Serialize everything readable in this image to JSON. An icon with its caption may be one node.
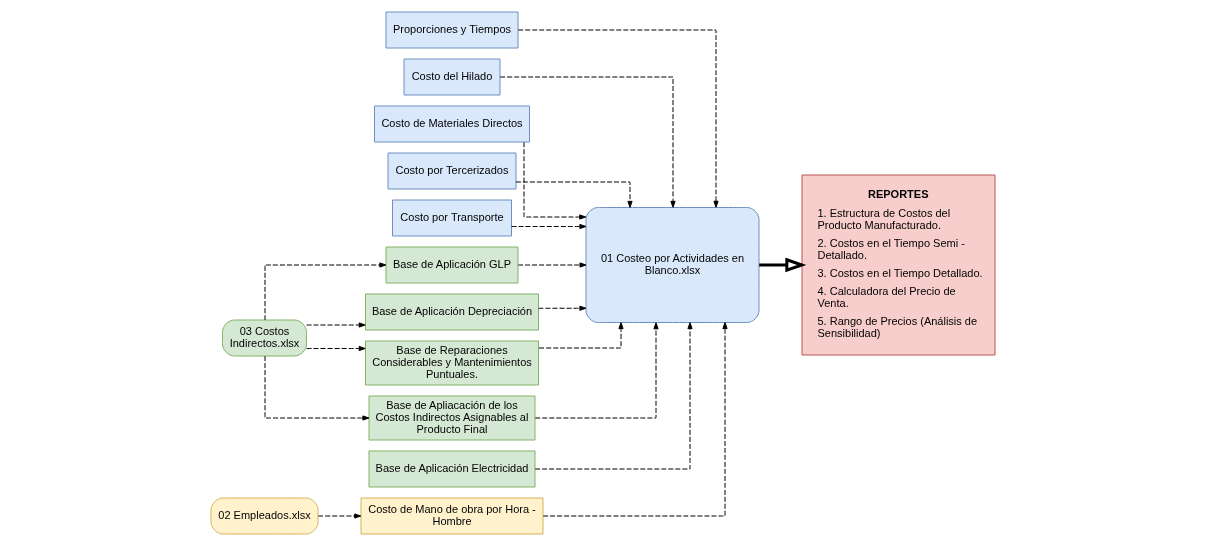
{
  "diagram": {
    "nodes": [
      {
        "text": [
          "Proporciones y Tiempos"
        ]
      },
      {
        "text": [
          "Costo del Hilado"
        ]
      },
      {
        "text": [
          "Costo de Materiales Directos"
        ]
      },
      {
        "text": [
          "Costo por Tercerizados"
        ]
      },
      {
        "text": [
          "Costo por Transporte"
        ]
      },
      {
        "text": [
          "03 Costos Indirectos.xlsx"
        ]
      },
      {
        "text": [
          "Base de Aplicación GLP"
        ]
      },
      {
        "text": [
          "Base de Aplicación Electricidad"
        ]
      },
      {
        "text": [
          "Base de Aplicación Depreciación"
        ]
      },
      {
        "text": [
          "Base de Reparaciones Considerables y Mantenimientos Puntuales."
        ]
      },
      {
        "text": [
          "Base de Apliacación de los Costos Indirectos Asignables al Producto Final"
        ]
      },
      {
        "text": [
          "02 Empleados.xlsx"
        ]
      },
      {
        "text": [
          "Costo de Mano de obra por Hora - Hombre"
        ]
      },
      {
        "text": [
          "01 Costeo por Actividades en Blanco.xlsx"
        ]
      },
      {
        "text": [
          "REPORTES",
          "1. Estructura de Costos del Producto Manufacturado.",
          "2. Costos en el Tiempo Semi - Detallado.",
          "3. Costos en el Tiempo Detallado.",
          "4. Calculadora del Precio de Venta.",
          "5. Rango de Precios (Análisis de Sensibilidad)"
        ]
      }
    ],
    "edges": [
      {
        "from": 5,
        "to": 6,
        "arrow": "to",
        "style": "dashed"
      },
      {
        "from": 5,
        "to": 8,
        "arrow": "to",
        "style": "dashed"
      },
      {
        "from": 5,
        "to": 9,
        "arrow": "to",
        "style": "dashed"
      },
      {
        "from": 5,
        "to": 10,
        "arrow": "to",
        "style": "dashed"
      },
      {
        "from": 11,
        "to": 12,
        "arrow": "to",
        "style": "dashed"
      },
      {
        "from": 0,
        "to": 13,
        "arrow": "to",
        "style": "dashed"
      },
      {
        "from": 1,
        "to": 13,
        "arrow": "to",
        "style": "dashed"
      },
      {
        "from": 2,
        "to": 13,
        "arrow": "to",
        "style": "dashed"
      },
      {
        "from": 3,
        "to": 13,
        "arrow": "to",
        "style": "dashed"
      },
      {
        "from": 4,
        "to": 13,
        "arrow": "to",
        "style": "dashed"
      },
      {
        "from": 6,
        "to": 13,
        "arrow": "to",
        "style": "dashed"
      },
      {
        "from": 7,
        "to": 13,
        "arrow": "to",
        "style": "dashed"
      },
      {
        "from": 8,
        "to": 13,
        "arrow": "to",
        "style": "dashed"
      },
      {
        "from": 9,
        "to": 13,
        "arrow": "to",
        "style": "dashed"
      },
      {
        "from": 10,
        "to": 13,
        "arrow": "to",
        "style": "dashed"
      },
      {
        "from": 12,
        "to": 13,
        "arrow": "to",
        "style": "dashed"
      },
      {
        "from": 13,
        "to": 14,
        "arrow": "to",
        "style": "thick"
      }
    ]
  }
}
